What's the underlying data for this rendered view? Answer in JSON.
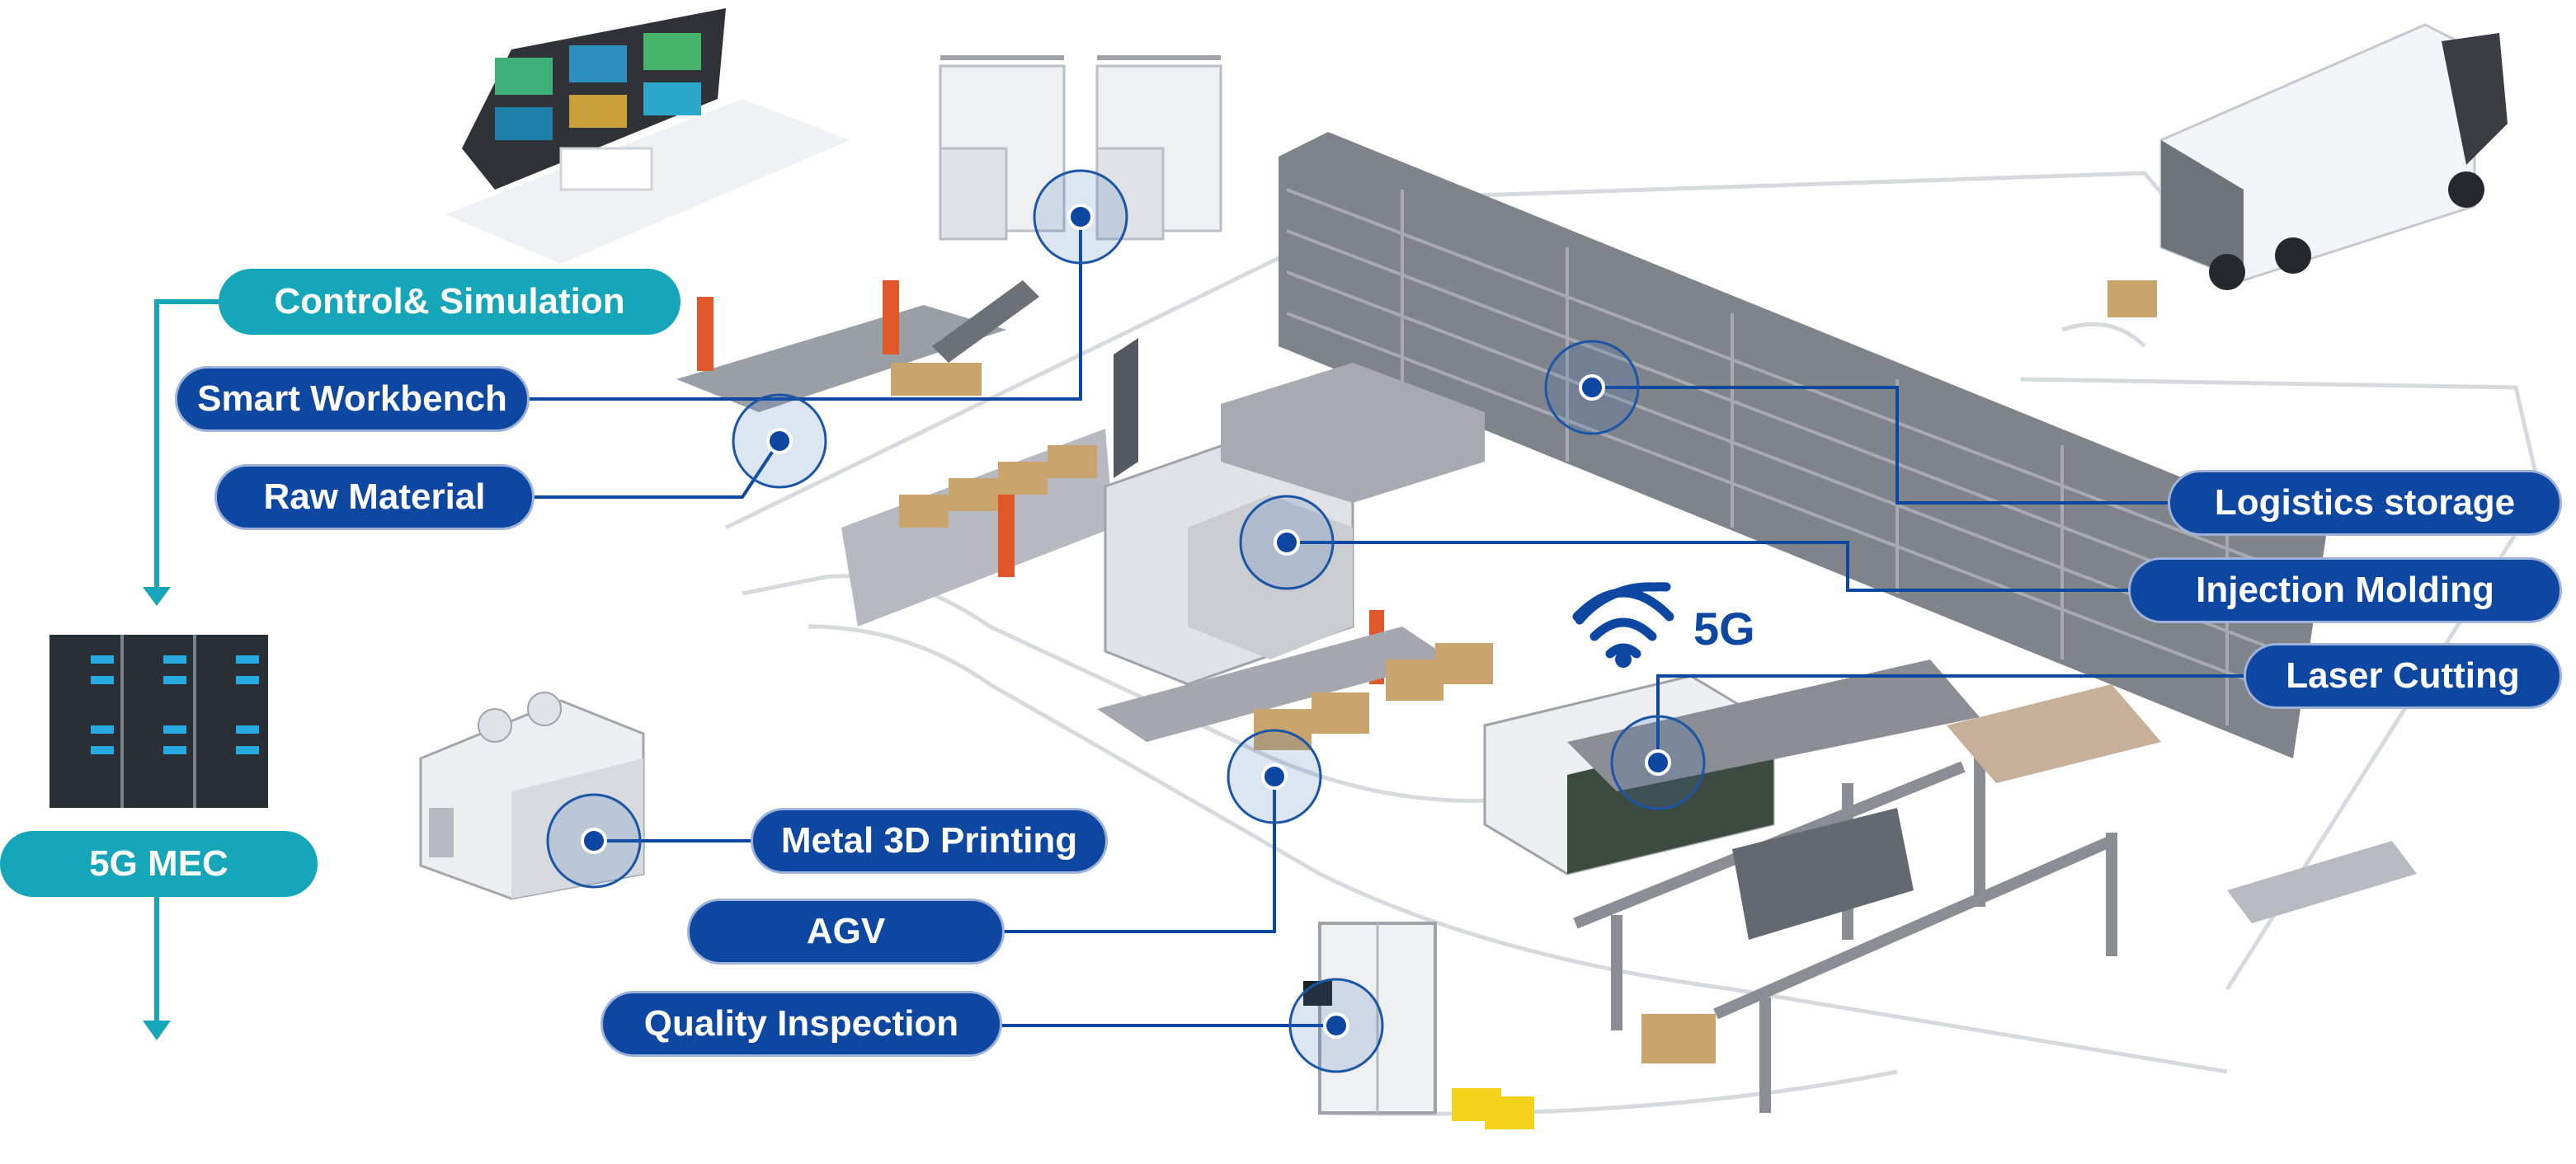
{
  "labels": {
    "control_simulation": "Control& Simulation",
    "smart_workbench": "Smart Workbench",
    "raw_material": "Raw Material",
    "mec": "5G MEC",
    "metal_3d_printing": "Metal 3D Printing",
    "agv": "AGV",
    "quality_inspection": "Quality Inspection",
    "logistics_storage": "Logistics storage",
    "injection_molding": "Injection Molding",
    "laser_cutting": "Laser Cutting",
    "wireless": "5G"
  },
  "colors": {
    "navy": "#0d47a1",
    "teal": "#15a6ba",
    "machine_gray": "#8a8d93",
    "robot_orange": "#e0572a",
    "box_tan": "#c9a46c",
    "floor_line": "#d6d9de"
  }
}
